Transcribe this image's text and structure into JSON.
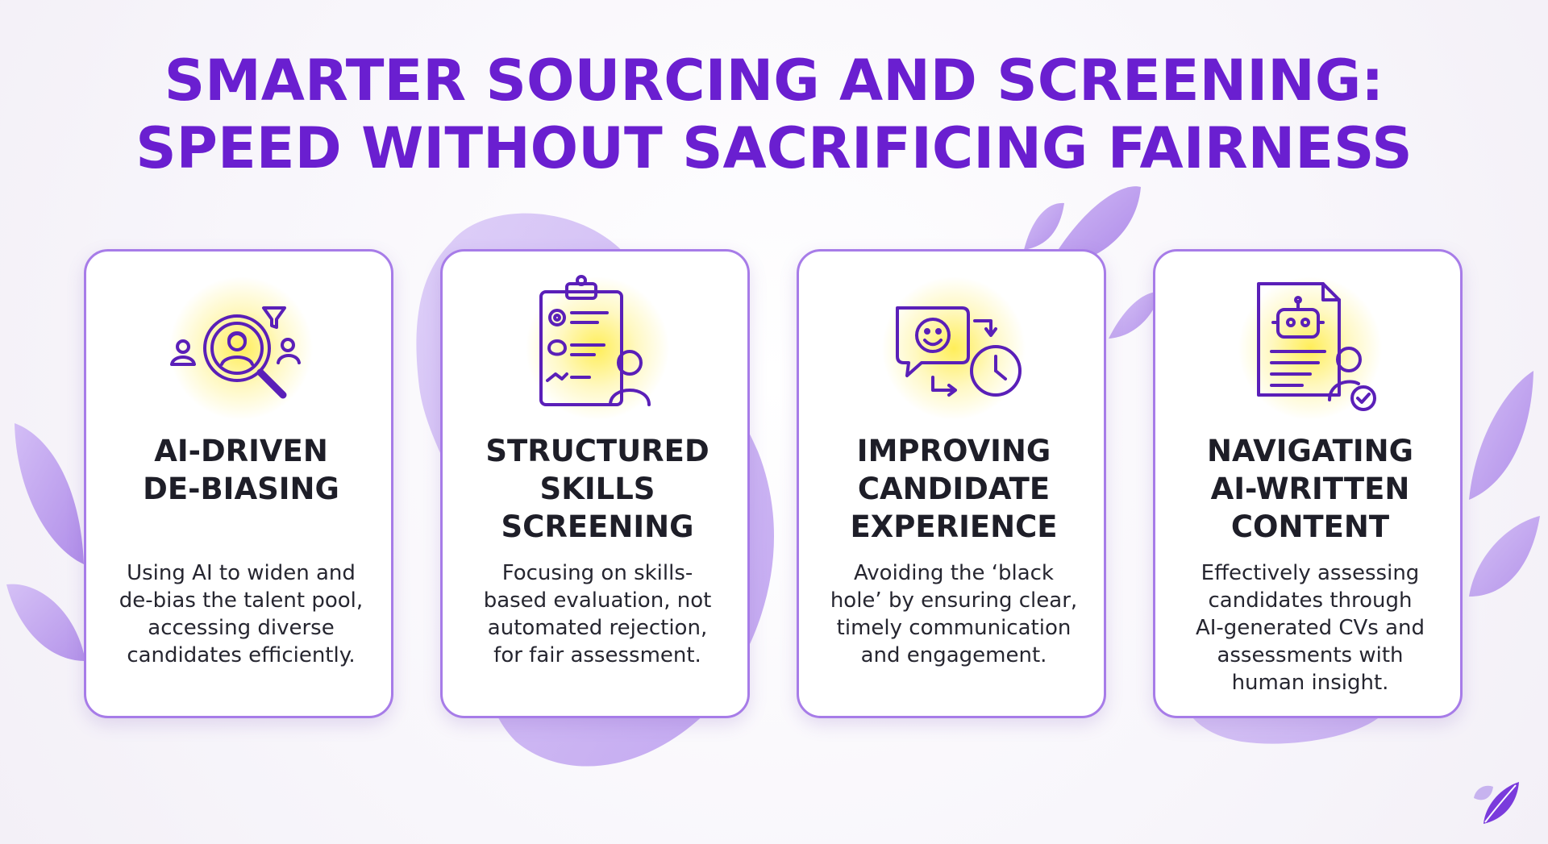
{
  "header": {
    "title_lines": [
      "SMARTER SOURCING AND SCREENING:",
      "SPEED WITHOUT SACRIFICING FAIRNESS"
    ]
  },
  "colors": {
    "title": "#6a1fd0",
    "accent": "#a77ce8",
    "icon_stroke": "#5a1fb8",
    "icon_glow": "#ffeb3c",
    "blob": "#c9b2f2",
    "leaf": "#b999ee"
  },
  "cards": [
    {
      "icon": "magnifier-person-funnel-icon",
      "title_lines": [
        "AI-DRIVEN",
        "DE-BIASING"
      ],
      "desc_lines": [
        "Using AI to widen and",
        "de-bias the talent pool,",
        "accessing diverse",
        "candidates efficiently."
      ]
    },
    {
      "icon": "clipboard-skills-icon",
      "title_lines": [
        "STRUCTURED",
        "SKILLS",
        "SCREENING"
      ],
      "desc_lines": [
        "Focusing on skills-",
        "based evaluation, not",
        "automated rejection,",
        "for fair assessment."
      ]
    },
    {
      "icon": "chat-clock-icon",
      "title_lines": [
        "IMPROVING",
        "CANDIDATE",
        "EXPERIENCE"
      ],
      "desc_lines": [
        "Avoiding the ‘black",
        "hole’ by ensuring clear,",
        "timely communication",
        "and engagement."
      ]
    },
    {
      "icon": "robot-document-icon",
      "title_lines": [
        "NAVIGATING",
        "AI-WRITTEN",
        "CONTENT"
      ],
      "desc_lines": [
        "Effectively assessing",
        "candidates through",
        "AI-generated CVs and",
        "assessments with",
        "human insight."
      ]
    }
  ],
  "brand": {
    "logo_icon": "leaf-logo-icon"
  }
}
